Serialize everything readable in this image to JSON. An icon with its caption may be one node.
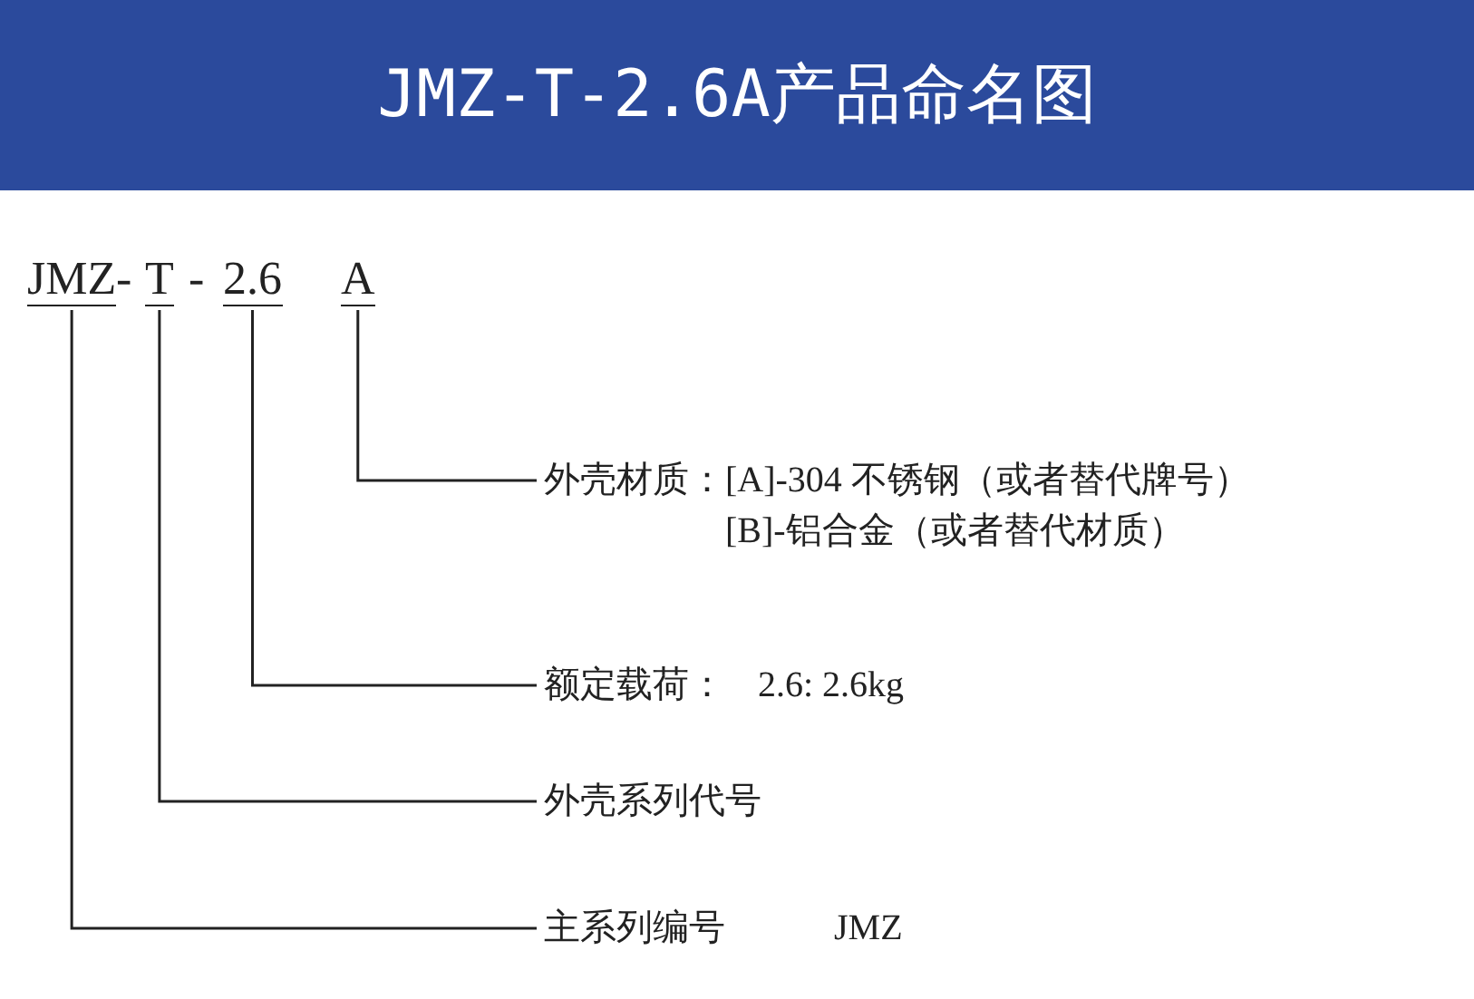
{
  "diagram": {
    "title": "JMZ-T-2.6A产品命名图",
    "nodes": [
      {
        "text": [
          "JMZ"
        ]
      },
      {
        "text": [
          "T"
        ]
      },
      {
        "text": [
          "2.6"
        ]
      },
      {
        "text": [
          "A"
        ]
      },
      {
        "text": [
          "外壳材质：",
          "[A]-304 不锈钢（或者替代牌号）",
          "[B]-铝合金（或者替代材质）"
        ]
      },
      {
        "text": [
          "额定载荷：",
          "2.6: 2.6kg"
        ]
      },
      {
        "text": [
          "外壳系列代号"
        ]
      },
      {
        "text": [
          "主系列编号",
          "JMZ"
        ]
      }
    ],
    "edges": [
      {
        "from": 3,
        "to": 4,
        "arrow": "none"
      },
      {
        "from": 2,
        "to": 5,
        "arrow": "none"
      },
      {
        "from": 1,
        "to": 6,
        "arrow": "none"
      },
      {
        "from": 0,
        "to": 7,
        "arrow": "none"
      }
    ],
    "labels": [
      "-",
      "-"
    ]
  }
}
